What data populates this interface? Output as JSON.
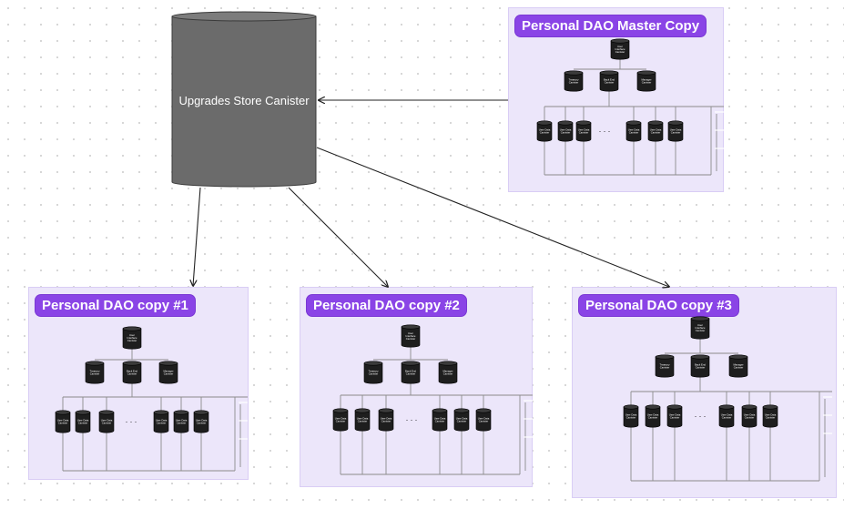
{
  "store": {
    "label": "Upgrades Store Canister"
  },
  "master": {
    "title": "Personal DAO Master Copy"
  },
  "copies": [
    {
      "title": "Personal DAO copy #1"
    },
    {
      "title": "Personal DAO copy #2"
    },
    {
      "title": "Personal DAO copy #3"
    }
  ],
  "canisters": {
    "ui": "User Interface Canister",
    "treasury": "Treasury Canister",
    "backend": "Back End Canister",
    "manager": "Manager Canister",
    "user_data": "User Data Canister"
  },
  "ellipsis": ". . .",
  "colors": {
    "frame_bg": "#ece6fa",
    "title_bg": "#8a44e6",
    "store": "#6b6b6b",
    "canister": "#1e1e1e"
  }
}
